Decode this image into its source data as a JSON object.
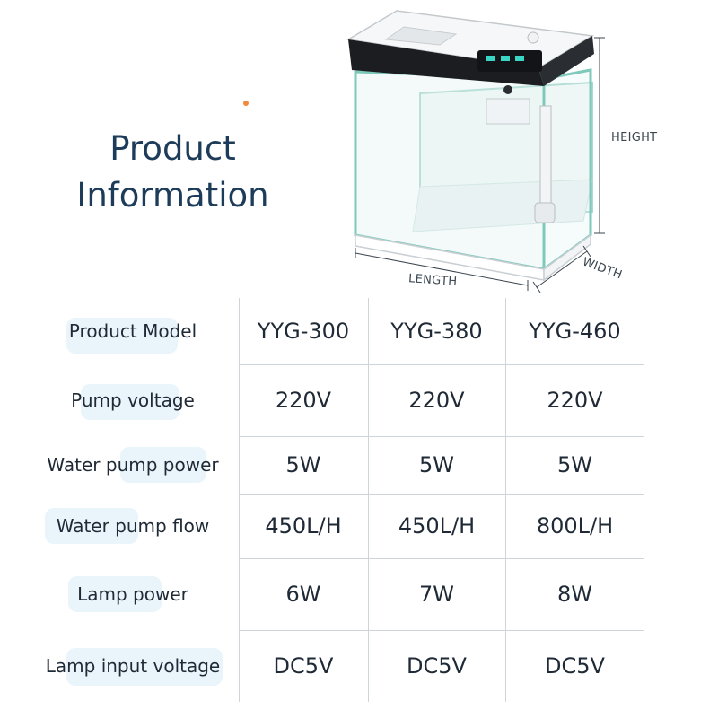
{
  "title": {
    "line1": "Product",
    "line2": "Information"
  },
  "dimensions": {
    "height": "HEIGHT",
    "length": "LENGTH",
    "width": "WIDTH"
  },
  "colors": {
    "accent_dot": "#f08a3a",
    "title": "#1d3c5a",
    "label_highlight": "#eaf4fb",
    "grid": "#cfd4d8"
  },
  "table": {
    "rows": [
      {
        "label": "Product Model",
        "values": [
          "YYG-300",
          "YYG-380",
          "YYG-460"
        ]
      },
      {
        "label": "Pump voltage",
        "values": [
          "220V",
          "220V",
          "220V"
        ]
      },
      {
        "label": "Water pump power",
        "values": [
          "5W",
          "5W",
          "5W"
        ]
      },
      {
        "label": "Water pump flow",
        "values": [
          "450L/H",
          "450L/H",
          "800L/H"
        ]
      },
      {
        "label": "Lamp power",
        "values": [
          "6W",
          "7W",
          "8W"
        ]
      },
      {
        "label": "Lamp input voltage",
        "values": [
          "DC5V",
          "DC5V",
          "DC5V"
        ]
      }
    ]
  }
}
